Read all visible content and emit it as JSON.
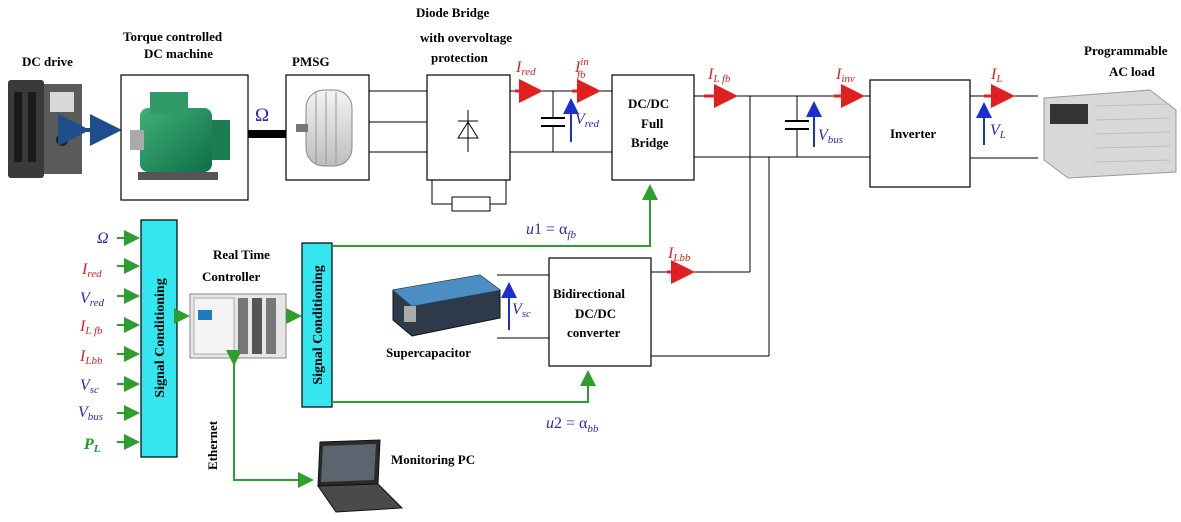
{
  "labels": {
    "dc_drive": "DC drive",
    "dc_machine_1": "Torque controlled",
    "dc_machine_2": "DC machine",
    "pmsg": "PMSG",
    "diode_1": "Diode Bridge",
    "diode_2": "with overvoltage",
    "diode_3": "protection",
    "dcdc_1": "DC/DC",
    "dcdc_2": "Full",
    "dcdc_3": "Bridge",
    "inverter": "Inverter",
    "ac_load_1": "Programmable",
    "ac_load_2": "AC load",
    "rt_1": "Real Time",
    "rt_2": "Controller",
    "sig_cond": "Signal Conditioning",
    "supercap": "Supercapacitor",
    "bidir_1": "Bidirectional",
    "bidir_2": "DC/DC",
    "bidir_3": "converter",
    "ethernet": "Ethernet",
    "monitor_pc": "Monitoring PC"
  },
  "symbols": {
    "omega_shaft": "Ω",
    "i_red": "I",
    "i_red_sub": "red",
    "i_fb": "I",
    "i_fb_sup": "in",
    "i_fb_sub": "fb",
    "v_red": "V",
    "v_red_sub": "red",
    "i_lfb": "I",
    "i_lfb_sub": "L fb",
    "v_bus": "V",
    "v_bus_sub": "bus",
    "i_inv": "I",
    "i_inv_sub": "inv",
    "i_l": "I",
    "i_l_sub": "L",
    "v_l": "V",
    "v_l_sub": "L",
    "u1": "u",
    "u1_rest": "1 = α",
    "u1_sub": "fb",
    "i_lbb": "I",
    "i_lbb_sub": "Lbb",
    "v_sc": "V",
    "v_sc_sub": "sc",
    "u2": "u",
    "u2_rest": "2 = α",
    "u2_sub": "bb"
  },
  "inputs": [
    {
      "main": "Ω",
      "sub": "",
      "color": "blue"
    },
    {
      "main": "I",
      "sub": "red",
      "color": "red"
    },
    {
      "main": "V",
      "sub": "red",
      "color": "blue"
    },
    {
      "main": "I",
      "sub": "L fb",
      "color": "red"
    },
    {
      "main": "I",
      "sub": "Lbb",
      "color": "red"
    },
    {
      "main": "V",
      "sub": "sc",
      "color": "blue"
    },
    {
      "main": "V",
      "sub": "bus",
      "color": "blue"
    },
    {
      "main": "P",
      "sub": "L",
      "color": "green"
    }
  ],
  "colors": {
    "arrow_green": "#2e9e2e",
    "arrow_red": "#e02020",
    "arrow_blue": "#1a2fd0",
    "sig_box": "#33e6f0",
    "bidir_arrow": "#1f4e8c"
  }
}
